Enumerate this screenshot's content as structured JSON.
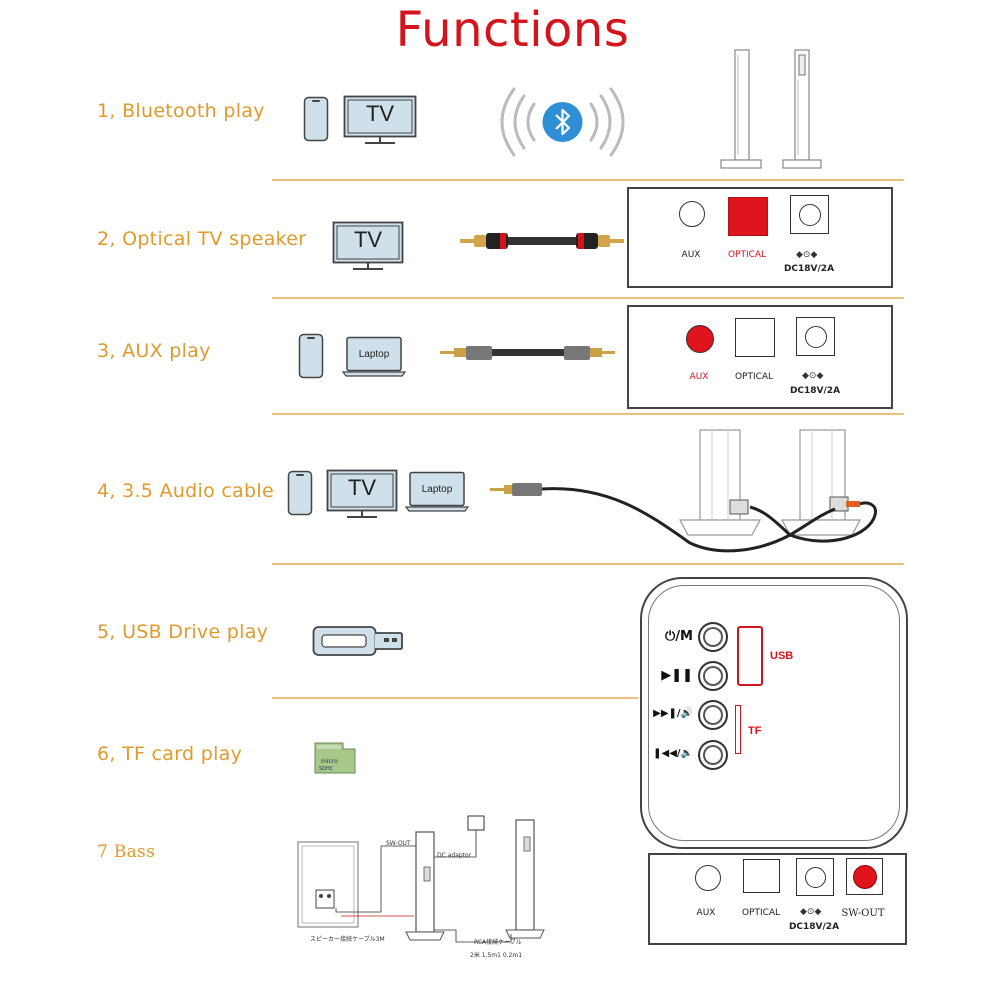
{
  "title": "Functions",
  "rows": [
    {
      "label": "1, Bluetooth play"
    },
    {
      "label": "2, Optical TV speaker"
    },
    {
      "label": "3, AUX play"
    },
    {
      "label": "4, 3.5 Audio cable"
    },
    {
      "label": "5, USB Drive play"
    },
    {
      "label": "6, TF card play"
    },
    {
      "label": "7 Bass"
    }
  ],
  "devices": {
    "tv": "TV",
    "laptop": "Laptop"
  },
  "ports": {
    "aux": "AUX",
    "optical": "OPTICAL",
    "dc": "DC18V/2A",
    "sw_out": "SW-OUT"
  },
  "control_panel": {
    "power_mode": "⏻/M",
    "play_pause": "▶❚❚",
    "next_vol": "▶▶❚/🔊",
    "prev_vol": "❚◀◀/🔉",
    "usb": "USB",
    "tf": "TF"
  },
  "bass_diagram": {
    "sw_out": "SW-OUT",
    "dc_adaptor": "DC adaptor",
    "speaker_cable": "スピーカー接続ケーブル3M",
    "rca_cable": "RCA接続ケーブル",
    "spec": "2米 1.5m1 0.2m1"
  },
  "colors": {
    "title": "#d4141c",
    "label": "#e19a2c",
    "divider": "#eac07f",
    "active_port": "#e0141c",
    "device_fill": "#cfe0ea",
    "bluetooth": "#2f8fd6"
  }
}
